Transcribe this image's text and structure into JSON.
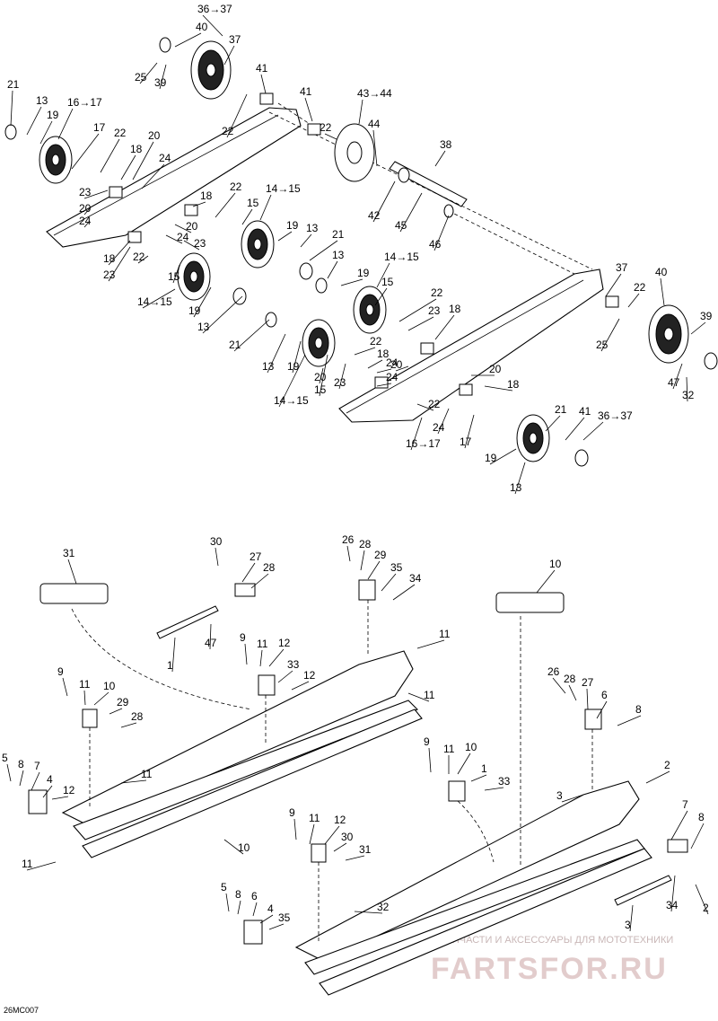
{
  "watermark": {
    "tagline": "ЗАПЧАСТИ И АКСЕССУАРЫ ДЛЯ МОТОТЕХНИКИ",
    "brand": "FARTSFOR.RU"
  },
  "figure_code": "26MC007",
  "labels": [
    {
      "text": "36→37"
    },
    {
      "text": "40"
    },
    {
      "text": "37"
    },
    {
      "text": "25"
    },
    {
      "text": "39"
    },
    {
      "text": "41"
    },
    {
      "text": "22"
    },
    {
      "text": "41"
    },
    {
      "text": "22"
    },
    {
      "text": "43→44"
    },
    {
      "text": "44"
    },
    {
      "text": "38"
    },
    {
      "text": "42"
    },
    {
      "text": "45"
    },
    {
      "text": "46"
    },
    {
      "text": "21"
    },
    {
      "text": "13"
    },
    {
      "text": "19"
    },
    {
      "text": "16→17"
    },
    {
      "text": "17"
    },
    {
      "text": "22"
    },
    {
      "text": "18"
    },
    {
      "text": "20"
    },
    {
      "text": "24"
    },
    {
      "text": "23"
    },
    {
      "text": "20"
    },
    {
      "text": "24"
    },
    {
      "text": "18"
    },
    {
      "text": "22"
    },
    {
      "text": "14→15"
    },
    {
      "text": "15"
    },
    {
      "text": "20"
    },
    {
      "text": "24"
    },
    {
      "text": "23"
    },
    {
      "text": "19"
    },
    {
      "text": "13"
    },
    {
      "text": "21"
    },
    {
      "text": "18"
    },
    {
      "text": "23"
    },
    {
      "text": "22"
    },
    {
      "text": "15"
    },
    {
      "text": "14→15"
    },
    {
      "text": "19"
    },
    {
      "text": "13"
    },
    {
      "text": "21"
    },
    {
      "text": "13"
    },
    {
      "text": "19"
    },
    {
      "text": "14→15"
    },
    {
      "text": "15"
    },
    {
      "text": "22"
    },
    {
      "text": "23"
    },
    {
      "text": "18"
    },
    {
      "text": "22"
    },
    {
      "text": "18"
    },
    {
      "text": "24"
    },
    {
      "text": "13"
    },
    {
      "text": "19"
    },
    {
      "text": "14→15"
    },
    {
      "text": "15"
    },
    {
      "text": "23"
    },
    {
      "text": "20"
    },
    {
      "text": "20"
    },
    {
      "text": "24"
    },
    {
      "text": "20"
    },
    {
      "text": "18"
    },
    {
      "text": "22"
    },
    {
      "text": "24"
    },
    {
      "text": "17"
    },
    {
      "text": "16→17"
    },
    {
      "text": "19"
    },
    {
      "text": "13"
    },
    {
      "text": "21"
    },
    {
      "text": "41"
    },
    {
      "text": "36→37"
    },
    {
      "text": "37"
    },
    {
      "text": "40"
    },
    {
      "text": "22"
    },
    {
      "text": "39"
    },
    {
      "text": "25"
    },
    {
      "text": "47"
    },
    {
      "text": "32"
    },
    {
      "text": "31"
    },
    {
      "text": "30"
    },
    {
      "text": "27"
    },
    {
      "text": "28"
    },
    {
      "text": "26"
    },
    {
      "text": "28"
    },
    {
      "text": "29"
    },
    {
      "text": "35"
    },
    {
      "text": "34"
    },
    {
      "text": "47"
    },
    {
      "text": "1"
    },
    {
      "text": "10"
    },
    {
      "text": "11"
    },
    {
      "text": "9"
    },
    {
      "text": "11"
    },
    {
      "text": "12"
    },
    {
      "text": "33"
    },
    {
      "text": "12"
    },
    {
      "text": "11"
    },
    {
      "text": "9"
    },
    {
      "text": "11"
    },
    {
      "text": "10"
    },
    {
      "text": "29"
    },
    {
      "text": "28"
    },
    {
      "text": "26"
    },
    {
      "text": "28"
    },
    {
      "text": "27"
    },
    {
      "text": "6"
    },
    {
      "text": "8"
    },
    {
      "text": "5"
    },
    {
      "text": "8"
    },
    {
      "text": "7"
    },
    {
      "text": "4"
    },
    {
      "text": "12"
    },
    {
      "text": "11"
    },
    {
      "text": "9"
    },
    {
      "text": "11"
    },
    {
      "text": "10"
    },
    {
      "text": "1"
    },
    {
      "text": "33"
    },
    {
      "text": "2"
    },
    {
      "text": "3"
    },
    {
      "text": "10"
    },
    {
      "text": "11"
    },
    {
      "text": "9"
    },
    {
      "text": "11"
    },
    {
      "text": "12"
    },
    {
      "text": "30"
    },
    {
      "text": "31"
    },
    {
      "text": "7"
    },
    {
      "text": "8"
    },
    {
      "text": "5"
    },
    {
      "text": "8"
    },
    {
      "text": "6"
    },
    {
      "text": "4"
    },
    {
      "text": "35"
    },
    {
      "text": "32"
    },
    {
      "text": "34"
    },
    {
      "text": "2"
    },
    {
      "text": "3"
    }
  ]
}
